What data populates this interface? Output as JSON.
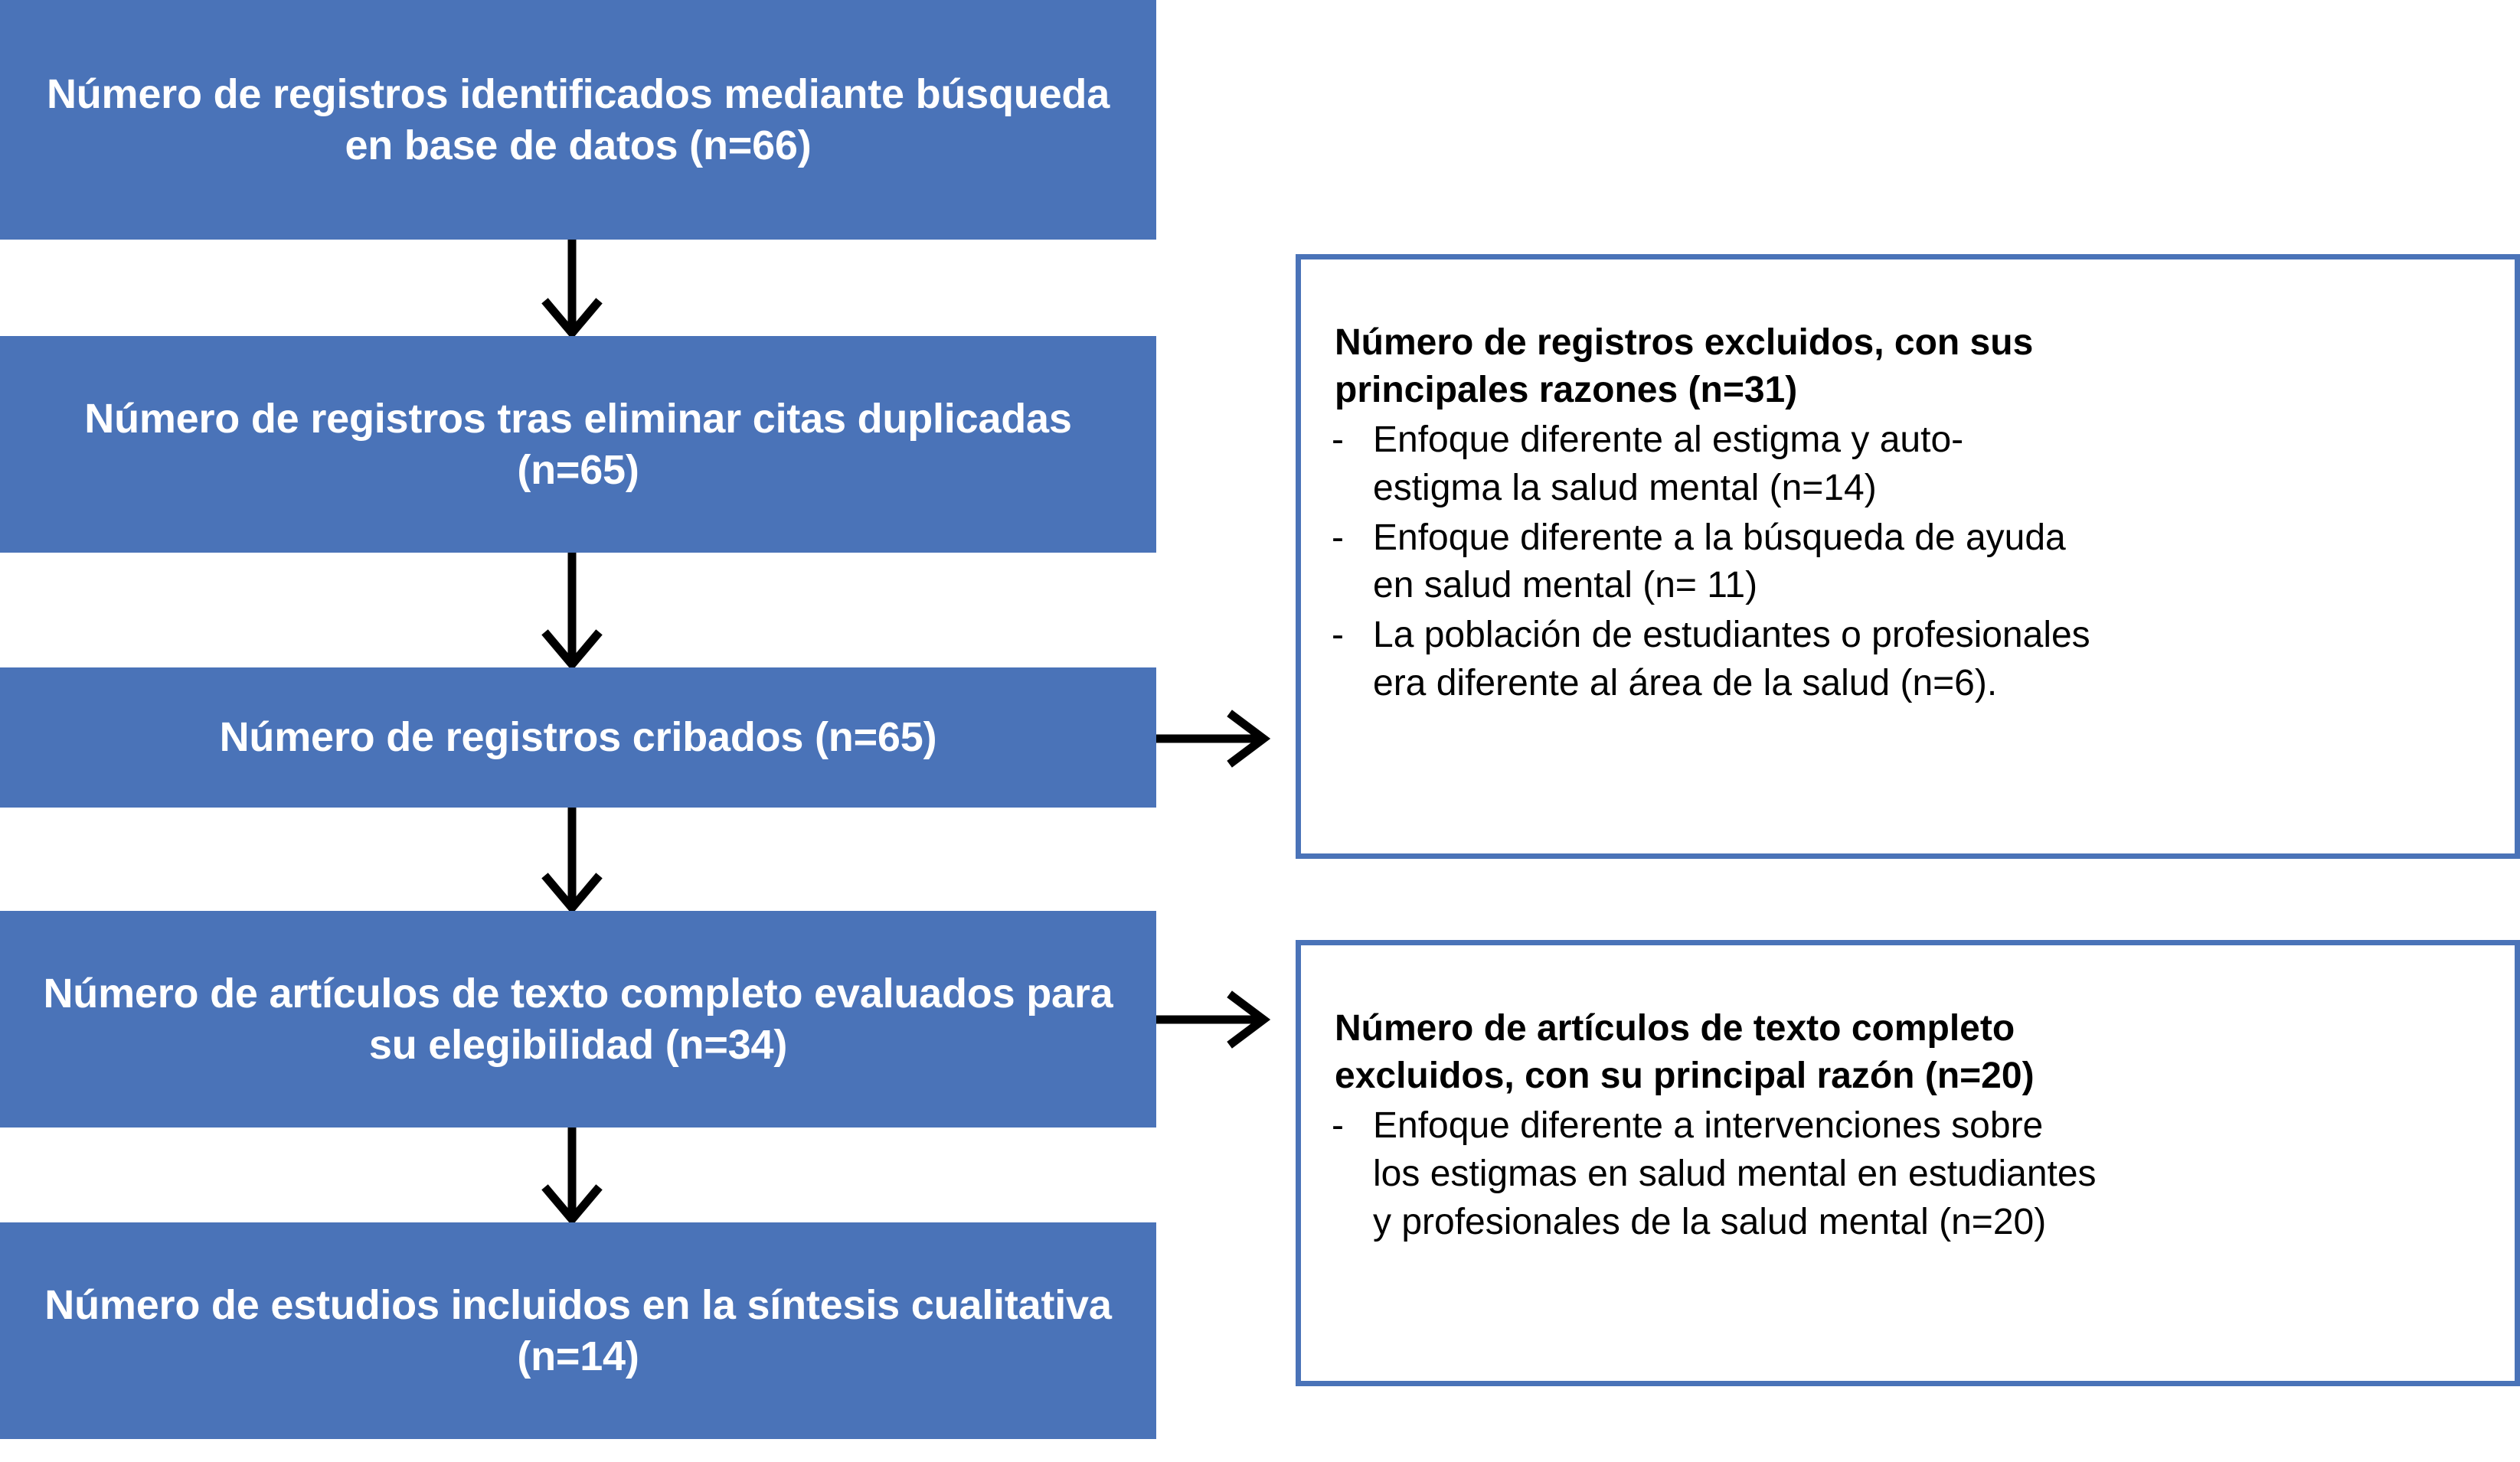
{
  "diagram": {
    "type": "prisma-flow-diagram",
    "language": "es",
    "accent_color": "#4a73b8",
    "box_text_color": "#ffffff",
    "panel_text_color": "#000000",
    "background_color": "#ffffff"
  },
  "flow": {
    "boxes": [
      {
        "id": "identified",
        "label": "Número de registros identificados\nmediante búsqueda en base de datos\n(n=66)",
        "n": 66
      },
      {
        "id": "duplicates_removed",
        "label": "Número de registros tras eliminar citas\nduplicadas (n=65)",
        "n": 65
      },
      {
        "id": "screened",
        "label": "Número de registros cribados (n=65)",
        "n": 65
      },
      {
        "id": "fulltext_assessed",
        "label": "Número de artículos de texto completo\nevaluados para su elegibilidad (n=34)",
        "n": 34
      },
      {
        "id": "included",
        "label": "Número de estudios incluidos en la\nsíntesis cualitativa (n=14)",
        "n": 14
      }
    ]
  },
  "exclusions": [
    {
      "id": "records_excluded",
      "title": "Número de registros excluidos, con sus\nprincipales razones (n=31)",
      "n": 31,
      "bullet_marker": "-",
      "reasons": [
        "Enfoque diferente al estigma y auto-\nestigma  la salud mental (n=14)",
        "Enfoque diferente a la búsqueda de ayuda\nen salud mental (n= 11)",
        "La población de estudiantes o profesionales\nera diferente al área de la salud (n=6)."
      ]
    },
    {
      "id": "fulltext_excluded",
      "title": "Número de artículos de texto completo\nexcluidos, con su principal razón (n=20)",
      "n": 20,
      "bullet_marker": "-",
      "reasons": [
        "Enfoque diferente a intervenciones sobre\nlos estigmas en salud mental en estudiantes\ny profesionales de la salud mental (n=20)"
      ]
    }
  ],
  "connectors": {
    "down_arrows": 4,
    "right_arrows": 2
  }
}
